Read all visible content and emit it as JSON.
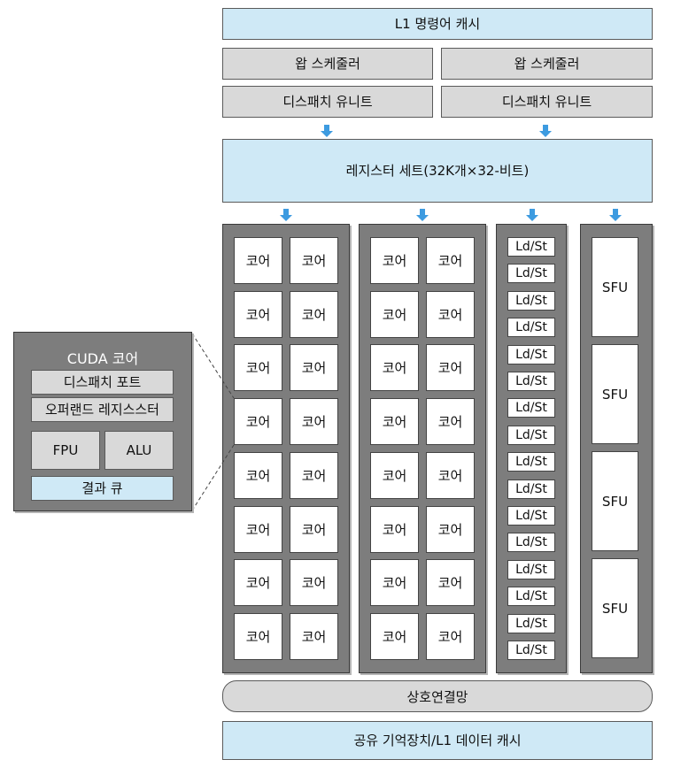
{
  "l1_instruction_cache": "L1 명령어 캐시",
  "warp_schedulers": [
    "왑 스케줄러",
    "왑 스케줄러"
  ],
  "dispatch_units": [
    "디스패치 유니트",
    "디스패치 유니트"
  ],
  "register_file": "레지스터 세트(32K개×32-비트)",
  "core_label": "코어",
  "ldst_label": "Ld/St",
  "sfu_label": "SFU",
  "interconnect": "상호연결망",
  "shared_memory": "공유 기억장치/L1 데이터 캐시",
  "cuda_core": {
    "title": "CUDA 코어",
    "dispatch_port": "디스패치 포트",
    "operand_collector": "오퍼랜드 레지스스터",
    "fpu": "FPU",
    "alu": "ALU",
    "result_queue": "결과 큐"
  },
  "colors": {
    "blue_fill": "#cfe9f6",
    "gray_fill": "#d9d9d9",
    "panel_fill": "#7d7d7d",
    "arrow": "#3d9be0"
  }
}
